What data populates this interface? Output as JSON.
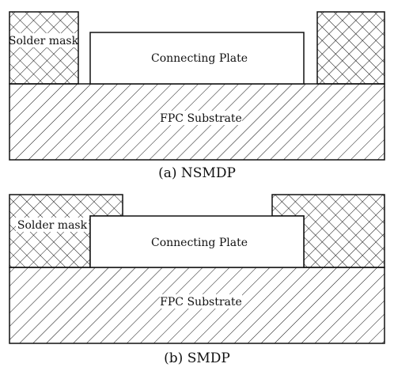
{
  "panels": [
    {
      "caption": "(a) NSMDP",
      "substrate_label": "FPC Substrate",
      "plate_label": "Connecting Plate",
      "mask_label": "Solder mask"
    },
    {
      "caption": "(b) SMDP",
      "substrate_label": "FPC Substrate",
      "plate_label": "Connecting Plate",
      "mask_label": "Solder mask"
    }
  ],
  "colors": {
    "stroke": "#111111",
    "background": "#ffffff"
  }
}
